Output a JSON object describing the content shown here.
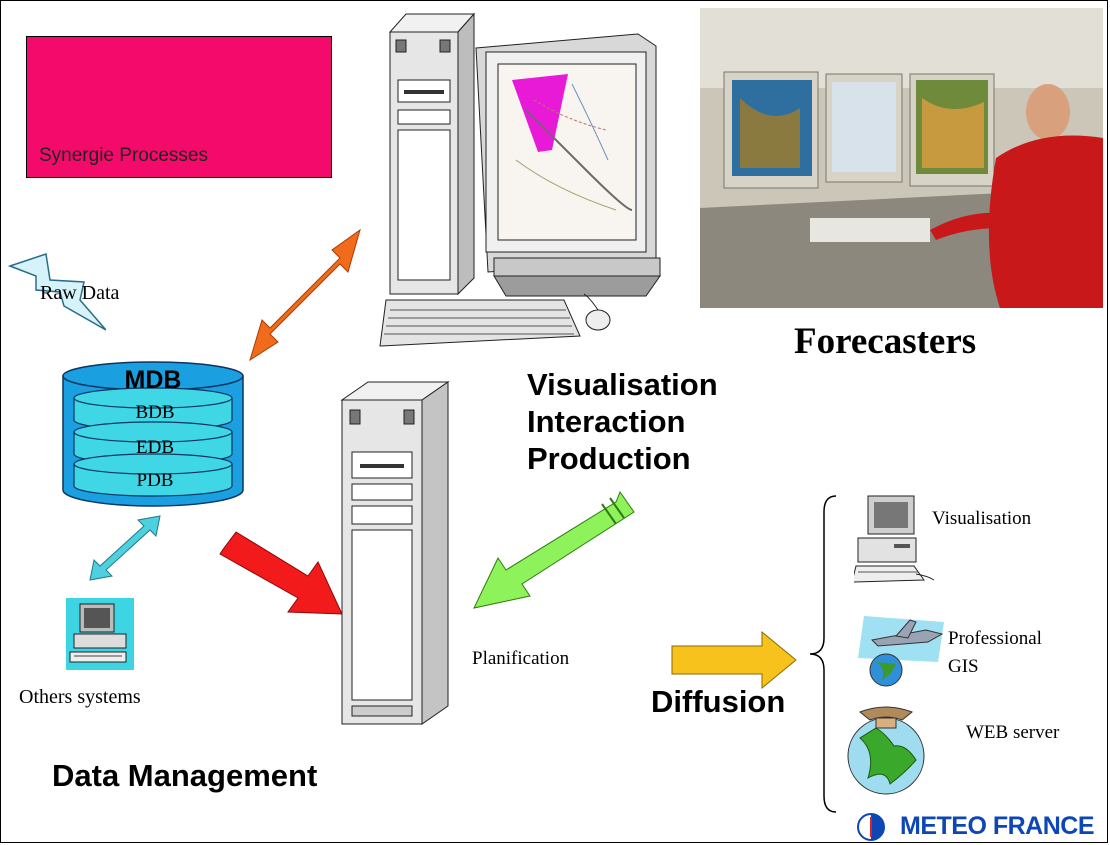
{
  "synergie": {
    "label": "Synergie Processes"
  },
  "raw_data": {
    "label": "Raw Data"
  },
  "mdb": {
    "title": "MDB",
    "layers": [
      "BDB",
      "EDB",
      "PDB"
    ]
  },
  "others_systems": {
    "label": "Others systems"
  },
  "data_management": {
    "label": "Data Management"
  },
  "functions": {
    "lines": [
      "Visualisation",
      "Interaction",
      "Production"
    ]
  },
  "forecasters": {
    "label": "Forecasters"
  },
  "planification": {
    "label": "Planification"
  },
  "diffusion": {
    "label": "Diffusion"
  },
  "outputs": {
    "visualisation": "Visualisation",
    "professional": "Professional",
    "gis": "GIS",
    "web_server": "WEB server"
  },
  "logo": {
    "text": "METEO FRANCE"
  },
  "colors": {
    "synergie_fill": "#f40a6a",
    "mdb_fill": "#1a9fe0",
    "mdb_layer": "#3fd6e6",
    "arrow_orange": "#f26a1b",
    "arrow_red": "#f21a1a",
    "arrow_green": "#8ef25a",
    "arrow_yellow": "#f7c21b",
    "arrow_cyan": "#4fd0de",
    "logo_blue": "#0d47b5"
  }
}
